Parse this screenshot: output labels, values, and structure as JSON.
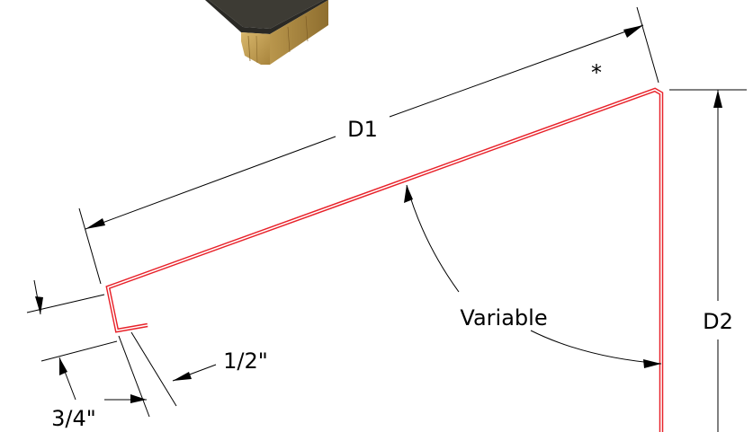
{
  "colors": {
    "profile_outline": "#e8222a",
    "profile_fill": "#ffffff",
    "dimension_line": "#000000",
    "wood": "#c9a65a",
    "wood_edge": "#8a6a2c",
    "dark_top": "#3d3b34"
  },
  "labels": {
    "asterisk": "*",
    "d1": "D1",
    "d2": "D2",
    "angle": "Variable",
    "half_inch": "1/2\"",
    "three_quarter_inch": "3/4\""
  },
  "image": {
    "description_icon": "wood-block-icon"
  }
}
